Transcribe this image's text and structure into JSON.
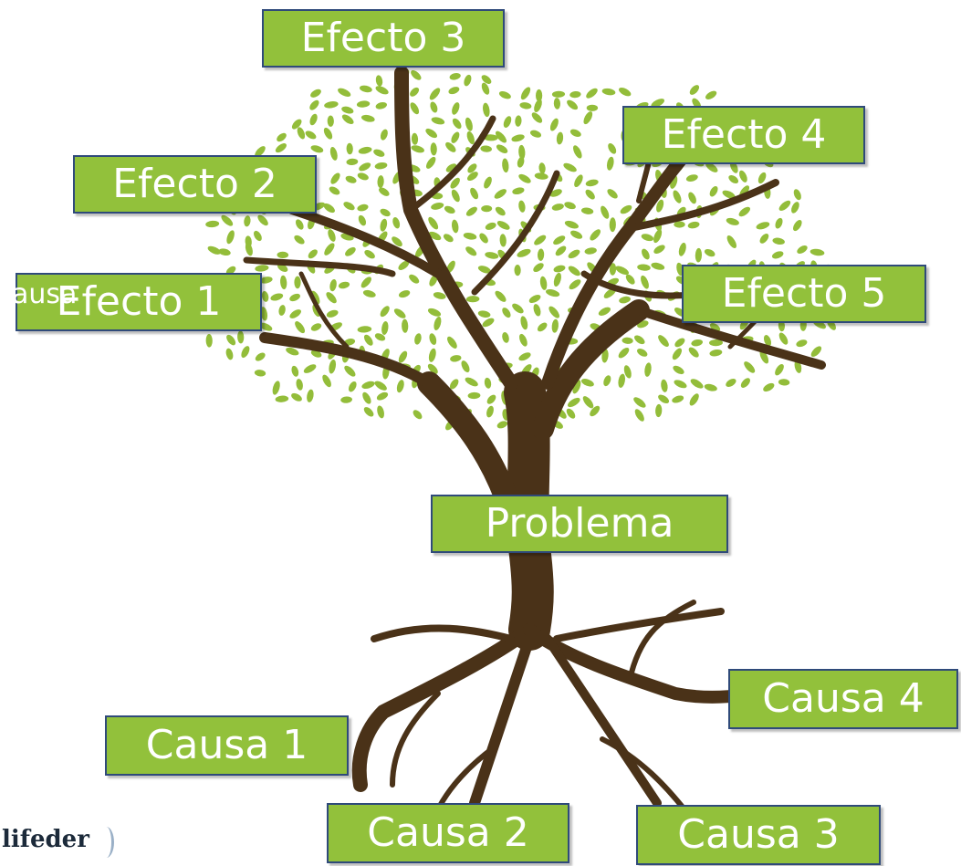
{
  "effects": [
    {
      "id": "efecto-3",
      "label": "Efecto 3"
    },
    {
      "id": "efecto-4",
      "label": "Efecto 4"
    },
    {
      "id": "efecto-2",
      "label": "Efecto 2"
    },
    {
      "id": "efecto-1",
      "label": "Efecto 1"
    },
    {
      "id": "efecto-5",
      "label": "Efecto 5"
    }
  ],
  "problem": {
    "label": "Problema"
  },
  "causes": [
    {
      "id": "causa-1",
      "label": "Causa 1"
    },
    {
      "id": "causa-2",
      "label": "Causa 2"
    },
    {
      "id": "causa-3",
      "label": "Causa 3"
    },
    {
      "id": "causa-4",
      "label": "Causa 4"
    }
  ],
  "overlap_text": "Causa",
  "logo_text": "lifeder",
  "colors": {
    "box_fill": "#92c13b",
    "box_border": "#2f4a7a",
    "trunk": "#4a3218",
    "leaf": "#93bd3a"
  }
}
